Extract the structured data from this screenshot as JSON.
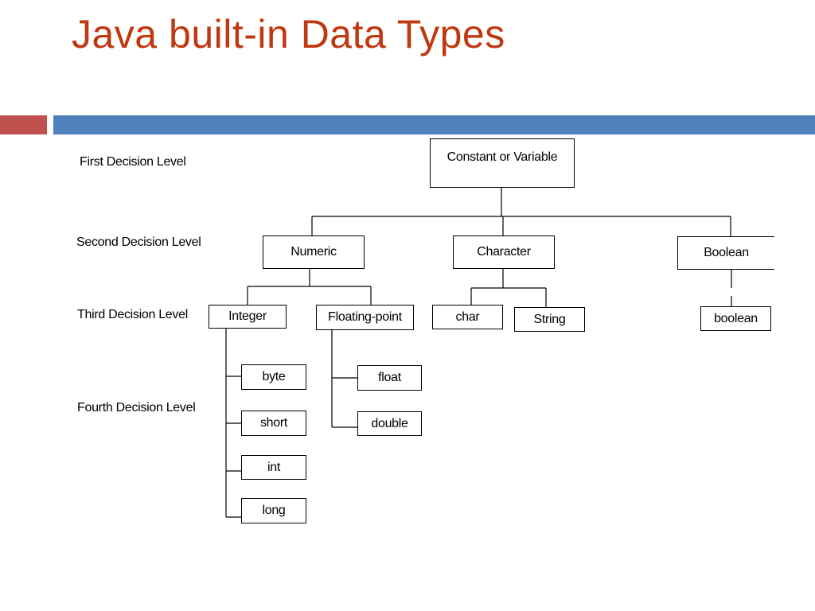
{
  "slide": {
    "title": "Java built-in Data Types",
    "colors": {
      "title": "#c0380f",
      "accent_red": "#c0504d",
      "accent_blue": "#4f81bd"
    }
  },
  "levels": {
    "first": "First Decision Level",
    "second": "Second Decision Level",
    "third": "Third Decision Level",
    "fourth": "Fourth Decision Level"
  },
  "nodes": {
    "root": "Constant or Variable",
    "numeric": "Numeric",
    "character": "Character",
    "boolean": "Boolean",
    "integer": "Integer",
    "floating_point": "Floating-point",
    "char": "char",
    "string": "String",
    "boolean_prim": "boolean",
    "byte": "byte",
    "short": "short",
    "int": "int",
    "long": "long",
    "float": "float",
    "double": "double"
  }
}
